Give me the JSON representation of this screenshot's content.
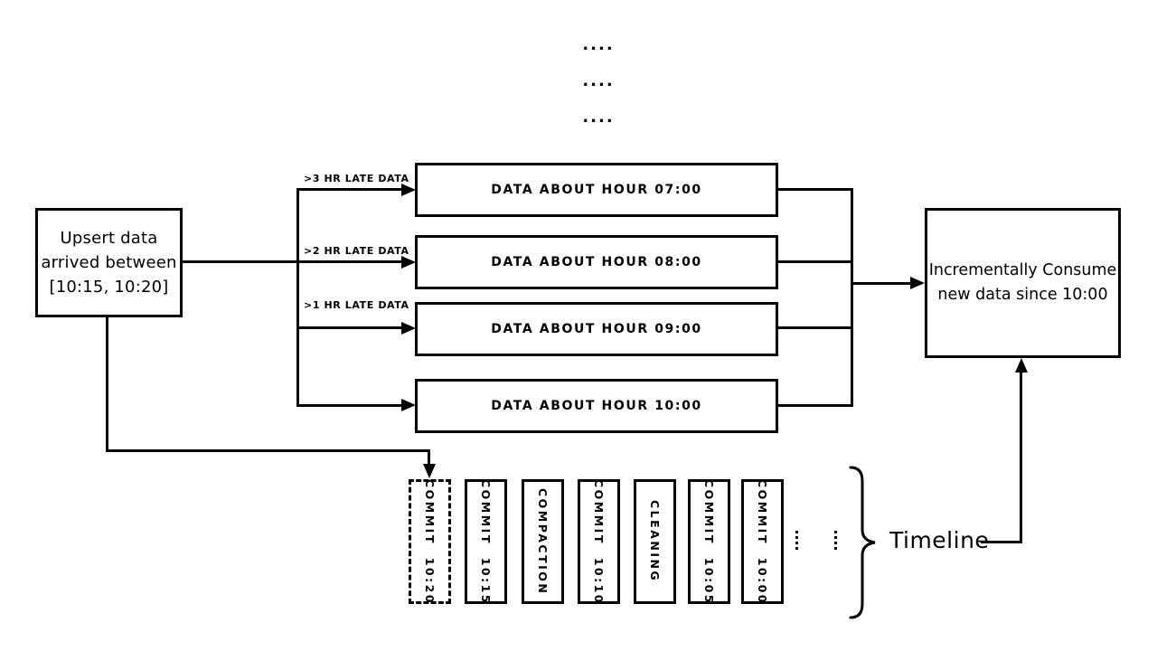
{
  "colors": {
    "ink": "#000000",
    "background": "#ffffff"
  },
  "top_ellipsis": {
    "rows": [
      "....",
      "....",
      "...."
    ]
  },
  "source_box": {
    "lines": [
      "Upsert data",
      "arrived between",
      "[10:15, 10:20]"
    ]
  },
  "late_labels": [
    ">3 HR LATE DATA",
    ">2 HR LATE DATA",
    ">1 HR LATE DATA"
  ],
  "hour_boxes": [
    {
      "label": "DATA ABOUT HOUR 07:00"
    },
    {
      "label": "DATA ABOUT HOUR 08:00"
    },
    {
      "label": "DATA ABOUT HOUR 09:00"
    },
    {
      "label": "DATA ABOUT HOUR 10:00"
    }
  ],
  "consumer_box": {
    "lines": [
      "Incrementally Consume",
      "new data since 10:00"
    ]
  },
  "timeline": {
    "entries": [
      {
        "label": "COMMIT 10:20",
        "style": "dashed"
      },
      {
        "label": "COMMIT 10:15",
        "style": "solid"
      },
      {
        "label": "COMPACTION",
        "style": "solid"
      },
      {
        "label": "COMMIT 10:10",
        "style": "solid"
      },
      {
        "label": "CLEANING",
        "style": "solid"
      },
      {
        "label": "COMMIT 10:05",
        "style": "solid"
      },
      {
        "label": "COMMIT 10:00",
        "style": "solid"
      }
    ],
    "label": "Timeline"
  }
}
